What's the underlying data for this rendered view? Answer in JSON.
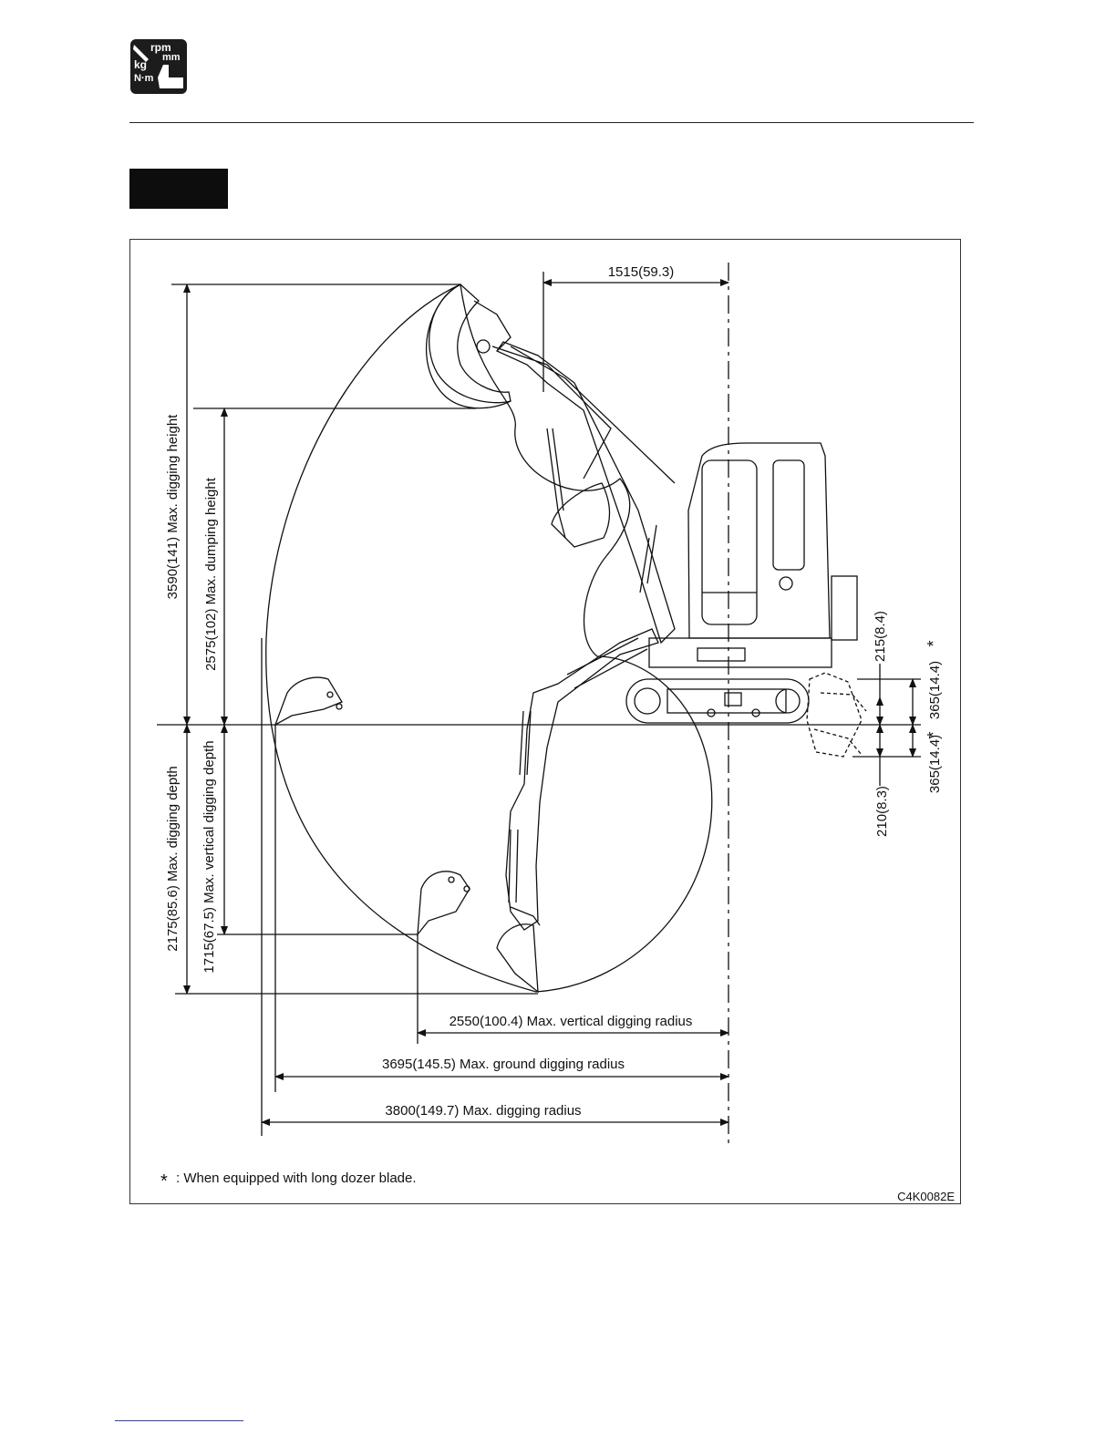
{
  "logo": {
    "icon": "spec-units-icon",
    "text_rpm": "rpm",
    "text_mm": "mm",
    "text_kg": "kg",
    "text_nm": "N·m"
  },
  "diagram": {
    "dim_1515": "1515(59.3)",
    "dim_max_digging_height": "3590(141) Max. digging height",
    "dim_max_dumping_height": "2575(102) Max. dumping height",
    "dim_max_digging_depth": "2175(85.6) Max. digging depth",
    "dim_max_vertical_digging_depth": "1715(67.5) Max. vertical digging depth",
    "dim_215": "215(8.4)",
    "dim_365_up": "365(14.4)",
    "dim_365_down": "365(14.4)",
    "dim_210": "210(8.3)",
    "asterisk": "*",
    "dim_max_vertical_digging_radius": "2550(100.4) Max. vertical digging radius",
    "dim_max_ground_digging_radius": "3695(145.5) Max. ground digging radius",
    "dim_max_digging_radius": "3800(149.7) Max. digging radius",
    "footnote_mark": "*",
    "footnote_text": ": When equipped with long dozer blade.",
    "figure_code": "C4K0082E"
  }
}
